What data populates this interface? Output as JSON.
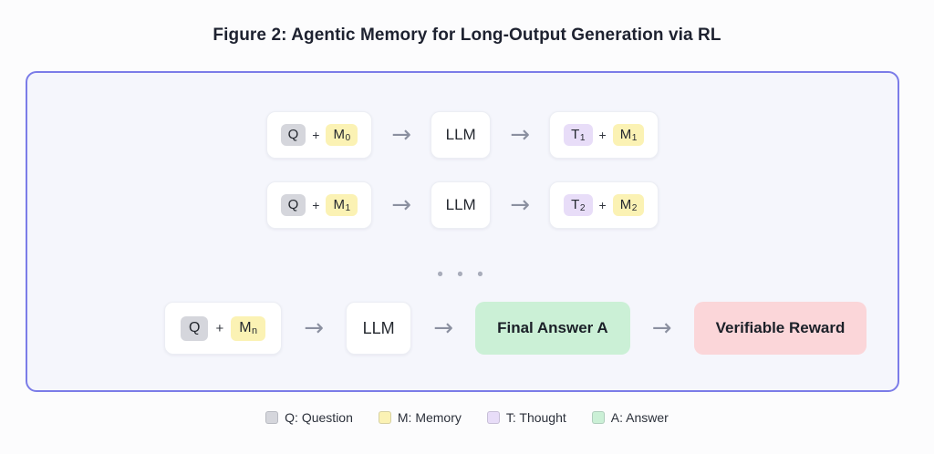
{
  "title": "Figure 2: Agentic Memory for Long-Output Generation via RL",
  "colors": {
    "panel_border": "#7b7ce8",
    "panel_background": "#f5f6fc",
    "page_background": "#fcfcfd",
    "question": "#d5d6dc",
    "memory": "#fbf2b4",
    "thought": "#e8ddf8",
    "answer": "#cbf0d6",
    "reward": "#fbd6d9",
    "arrow": "#8b90a0"
  },
  "arrow_glyph": "→",
  "ellipsis": "• • •",
  "rows": [
    {
      "input": {
        "q": "Q",
        "plus": "+",
        "m": "M",
        "m_sub": "0"
      },
      "arrow1": "→",
      "model": "LLM",
      "arrow2": "→",
      "output": {
        "t": "T",
        "t_sub": "1",
        "plus": "+",
        "m": "M",
        "m_sub": "1"
      }
    },
    {
      "input": {
        "q": "Q",
        "plus": "+",
        "m": "M",
        "m_sub": "1"
      },
      "arrow1": "→",
      "model": "LLM",
      "arrow2": "→",
      "output": {
        "t": "T",
        "t_sub": "2",
        "plus": "+",
        "m": "M",
        "m_sub": "2"
      }
    }
  ],
  "final_row": {
    "input": {
      "q": "Q",
      "plus": "+",
      "m": "M",
      "m_sub": "n"
    },
    "arrow1": "→",
    "model": "LLM",
    "arrow2": "→",
    "answer": "Final Answer A",
    "arrow3": "→",
    "reward": "Verifiable Reward"
  },
  "legend": [
    {
      "label": "Q: Question",
      "color": "#d5d6dc"
    },
    {
      "label": "M: Memory",
      "color": "#fbf2b4"
    },
    {
      "label": "T: Thought",
      "color": "#e8ddf8"
    },
    {
      "label": "A: Answer",
      "color": "#cbf0d6"
    }
  ]
}
